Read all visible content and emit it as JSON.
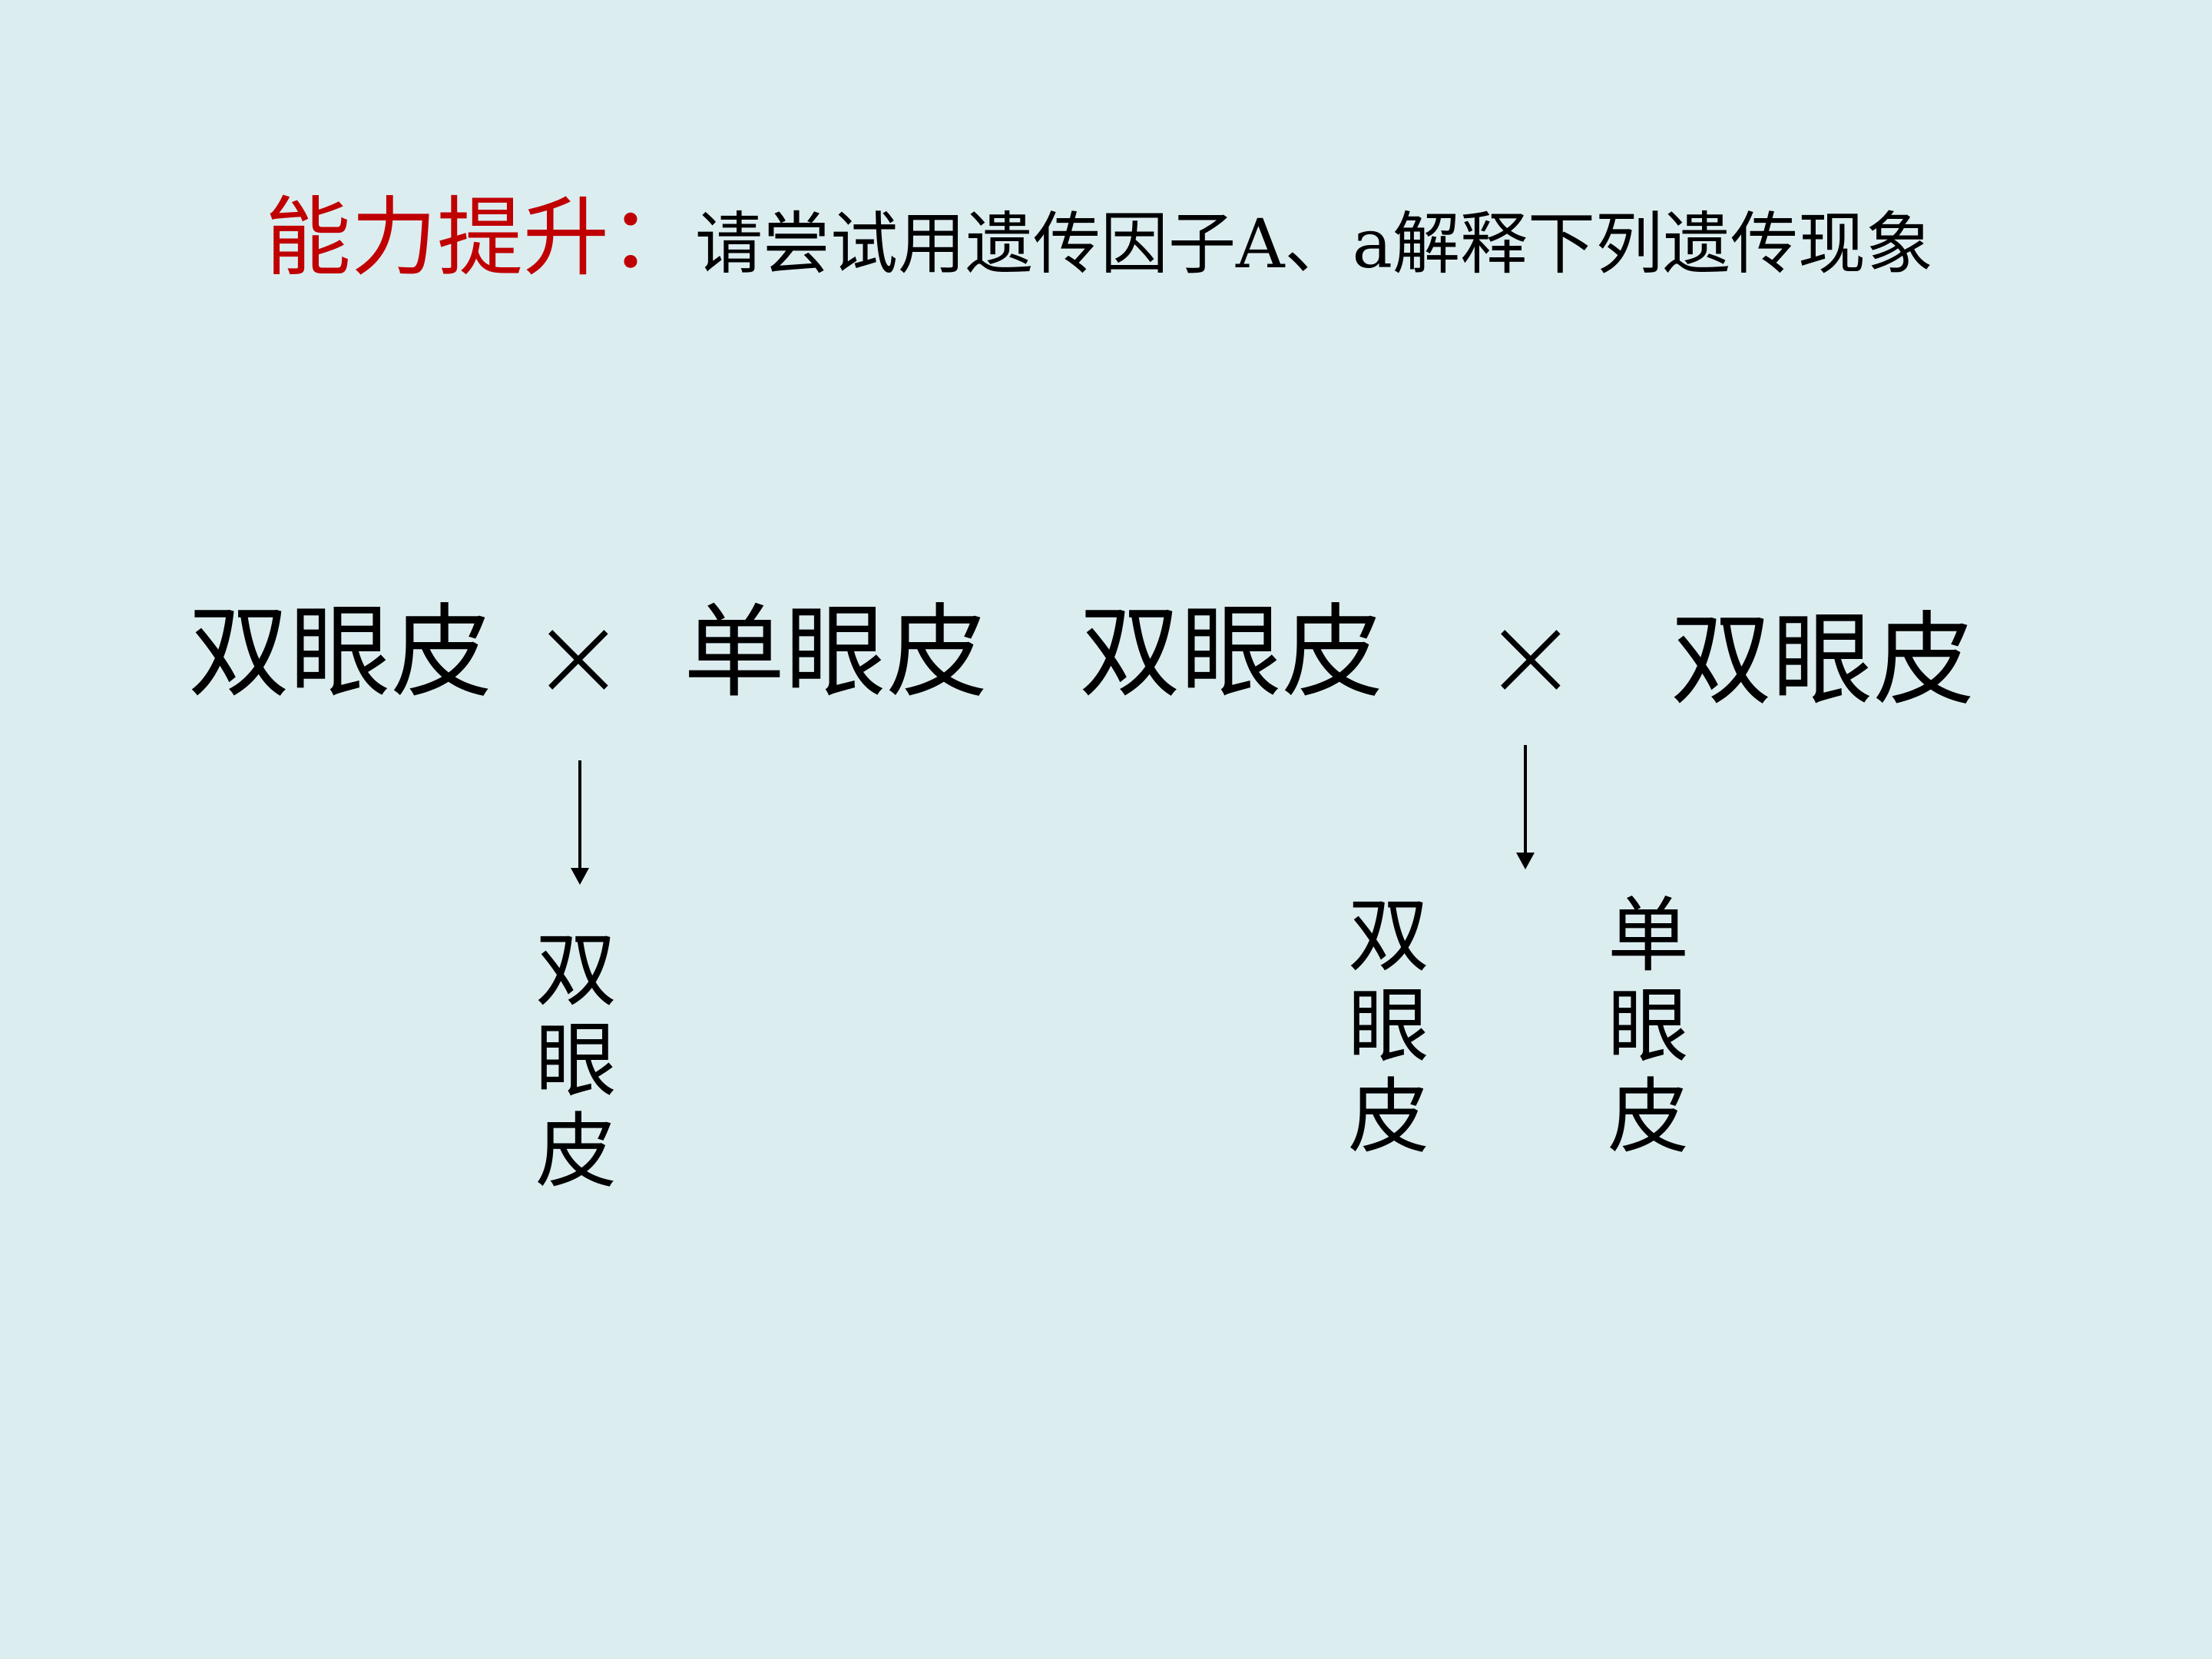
{
  "title": {
    "lead": "能力提升：",
    "text": "请尝试用遗传因子A、a解释下列遗传现象"
  },
  "cross_left": {
    "parent1": "双眼皮",
    "symbol": "×",
    "parent2": "单眼皮",
    "offspring": "双眼皮"
  },
  "cross_right": {
    "parent1": "双眼皮",
    "symbol": "×",
    "parent2": "双眼皮",
    "offspring1": "双眼皮",
    "offspring2": "单眼皮"
  },
  "colors": {
    "background": "#dcedf0",
    "lead": "#c00000",
    "text": "#000000"
  }
}
